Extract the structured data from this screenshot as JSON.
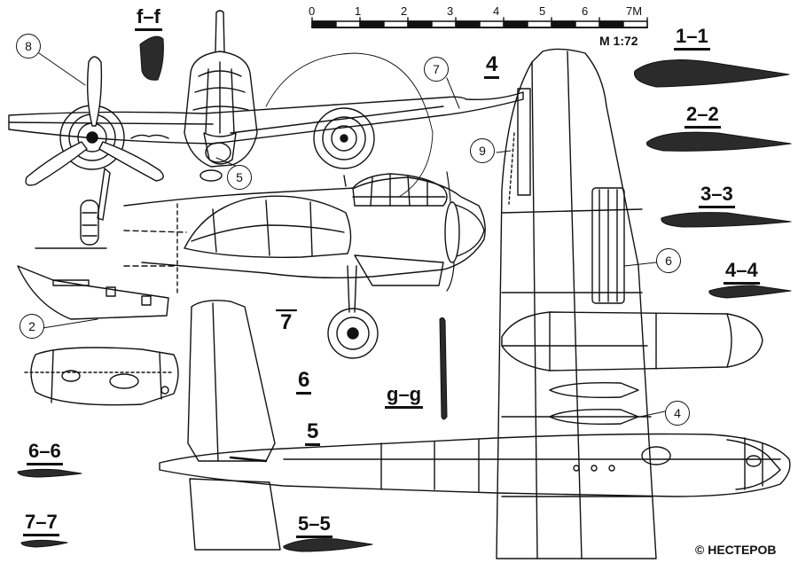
{
  "scale": {
    "ticks": [
      "0",
      "1",
      "2",
      "3",
      "4",
      "5",
      "6",
      "7M"
    ],
    "ratio": "M 1:72"
  },
  "section_labels": {
    "f_f": "f–f",
    "s1_1": "1–1",
    "s2_2": "2–2",
    "s3_3": "3–3",
    "s4_4": "4–4",
    "s6_6": "6–6",
    "s7_7": "7–7",
    "s5_5": "5–5",
    "g_g": "g–g"
  },
  "station_marks": {
    "m4": "4",
    "m5": "5",
    "m6": "6",
    "m7": "7"
  },
  "callouts": {
    "c8": "8",
    "c7": "7",
    "c5": "5",
    "c9": "9",
    "c6": "6",
    "c2": "2",
    "c4": "4"
  },
  "copyright": "© НЕСТЕРОВ",
  "colors": {
    "ink": "#111111",
    "paper": "#ffffff"
  }
}
